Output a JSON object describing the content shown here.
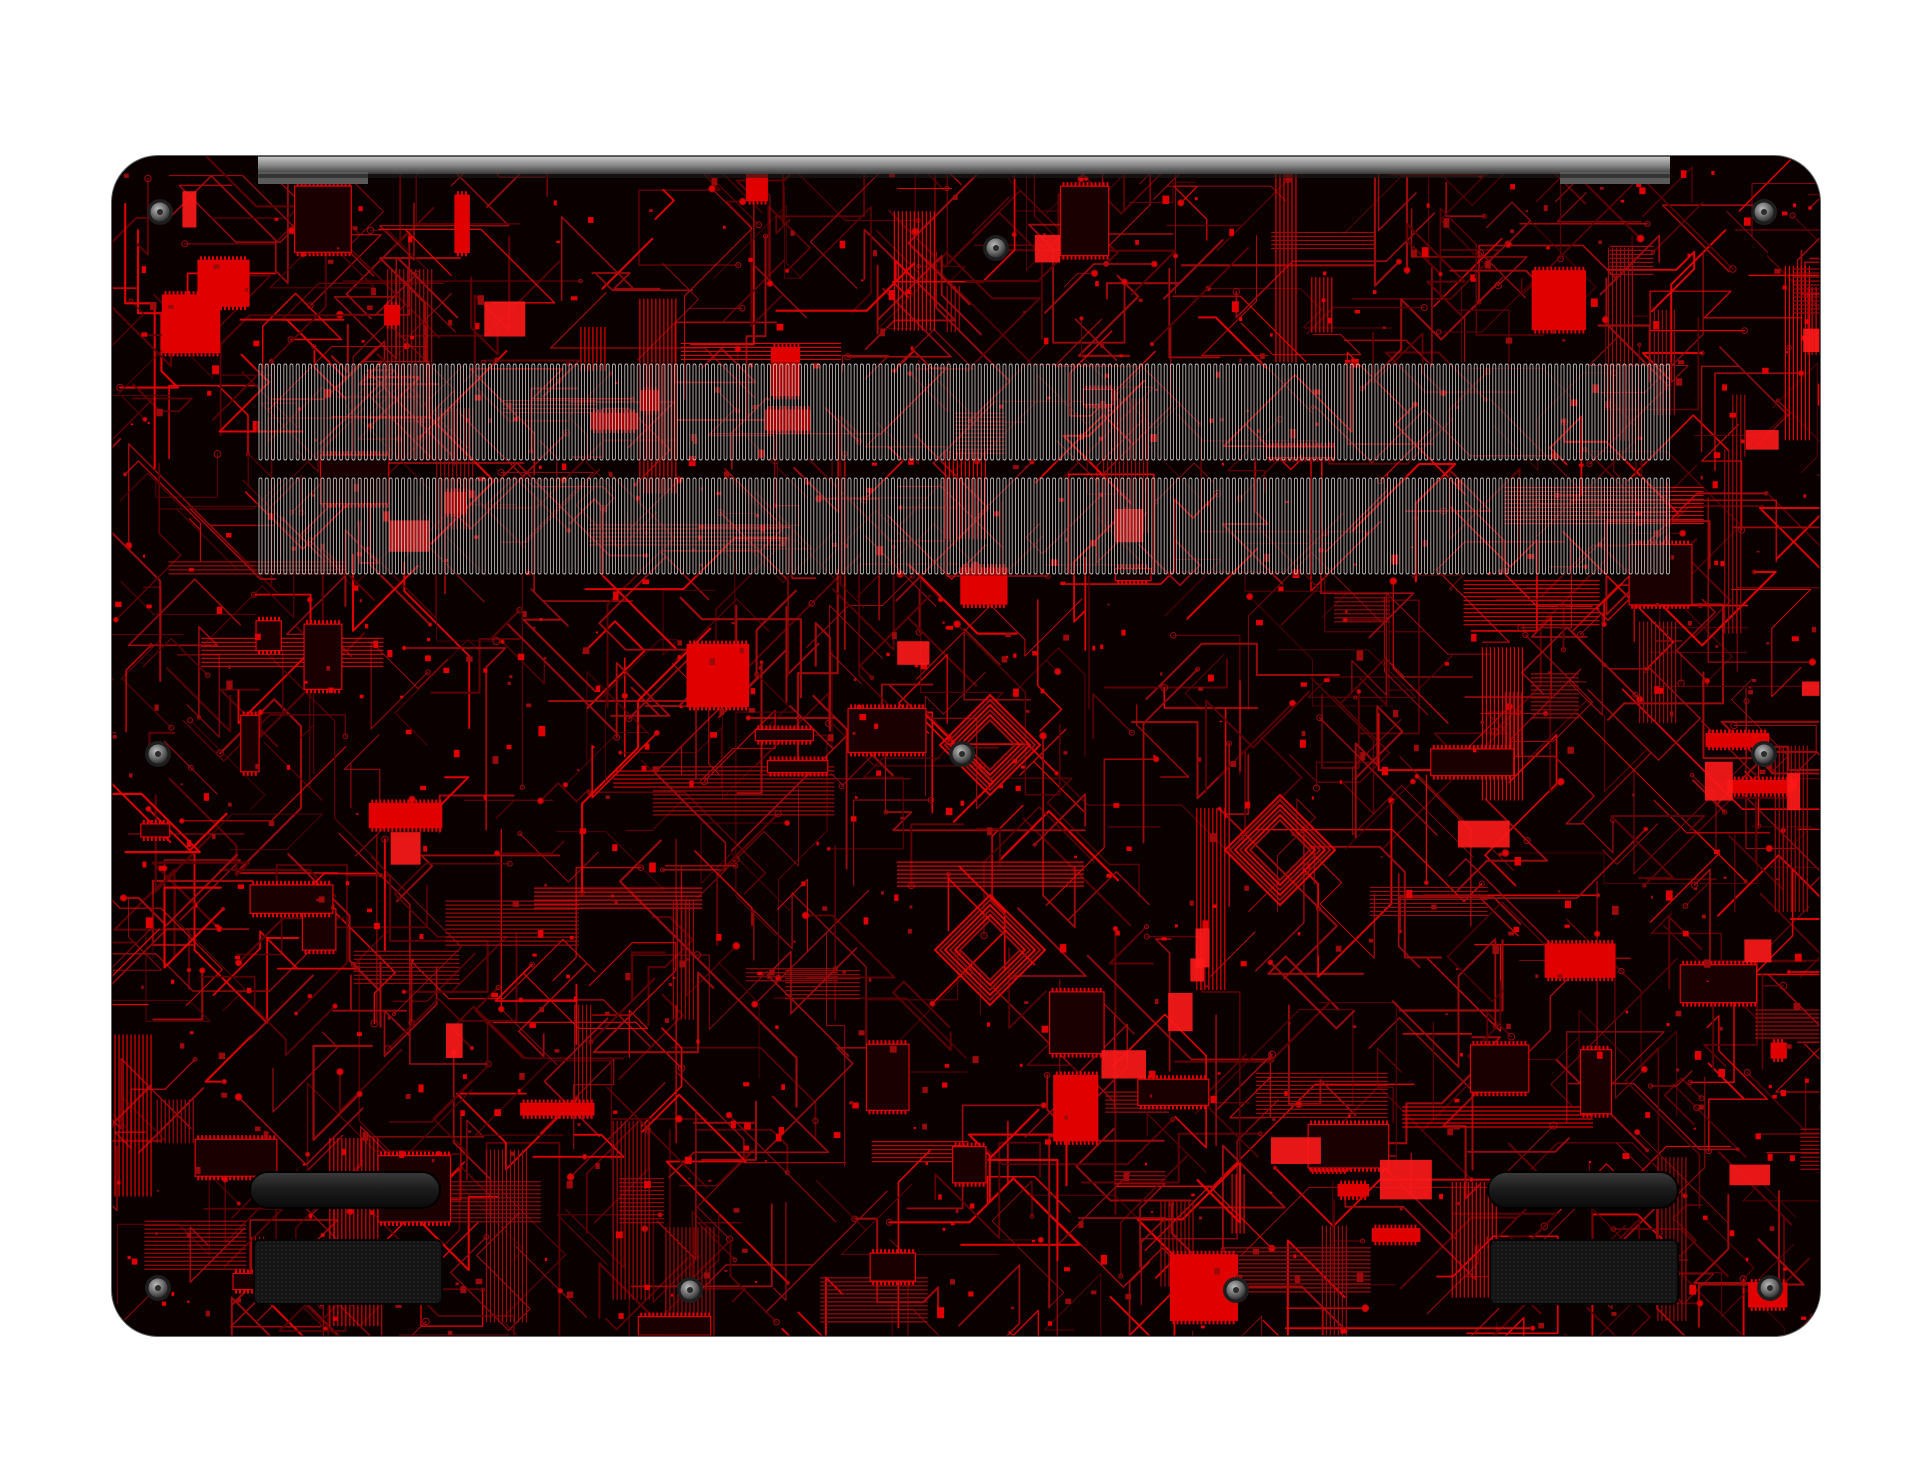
{
  "product": {
    "subject": "laptop-bottom-cover-skin",
    "skin_pattern": "red-circuit-board",
    "colors": {
      "page_background": "#ffffff",
      "skin_base": "#0a0000",
      "trace_dark": "#5a0000",
      "trace_mid": "#9a0a0a",
      "trace_bright": "#e00000",
      "highlight": "#ff1a1a",
      "hinge_metal": "#8a8a8a",
      "vent_lines": "#d8d8d8",
      "feet": "#1a1a1a",
      "screw": "#6e6e6e"
    },
    "features": {
      "screw_count": 10,
      "rubber_feet_count": 4,
      "vent_rows": 2,
      "hinge_bar": true
    }
  }
}
